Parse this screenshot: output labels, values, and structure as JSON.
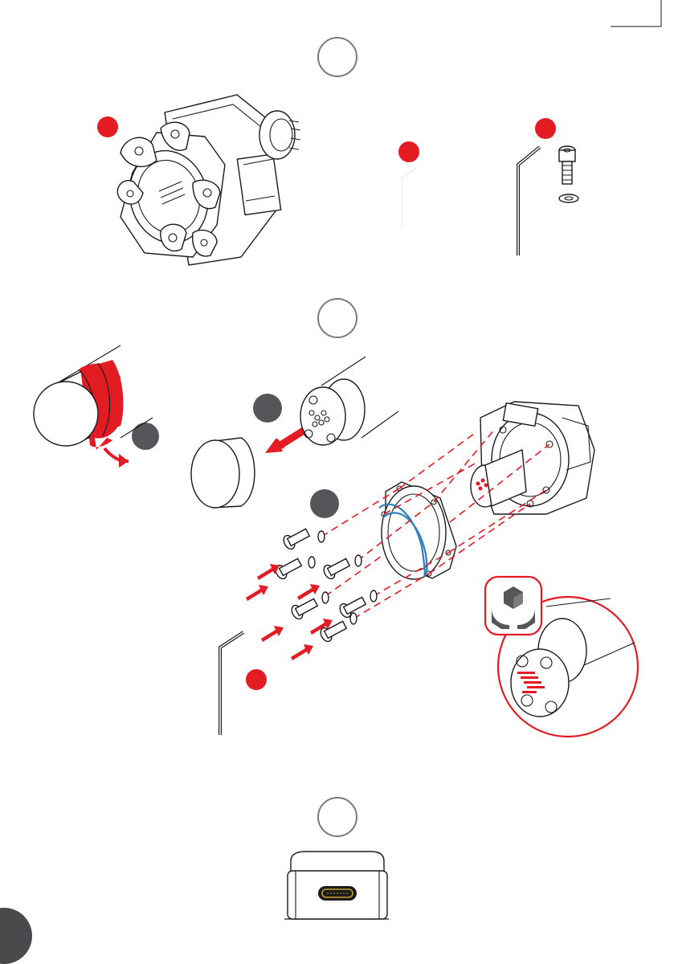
{
  "document": {
    "steps": [
      {
        "id": "step-1",
        "number": ""
      },
      {
        "id": "step-2",
        "number": ""
      },
      {
        "id": "step-3",
        "number": ""
      }
    ],
    "page_number": "",
    "colors": {
      "accent_red": "#e31b23",
      "badge_gray": "#555659",
      "step_circle": "#7a7a7a",
      "gasket_blue": "#2f7fc0",
      "usb_gold": "#c9a227"
    },
    "icons": [
      "wheel-hub-adapter-illustration",
      "small-hex-key-icon",
      "large-hex-key-icon",
      "socket-screw-icon",
      "washer-icon",
      "shaft-tape-illustration",
      "shaft-end-cap-illustration",
      "connector-shaft-illustration",
      "mounting-ring-illustration",
      "handle-with-care-icon",
      "usb-c-port-illustration"
    ]
  }
}
